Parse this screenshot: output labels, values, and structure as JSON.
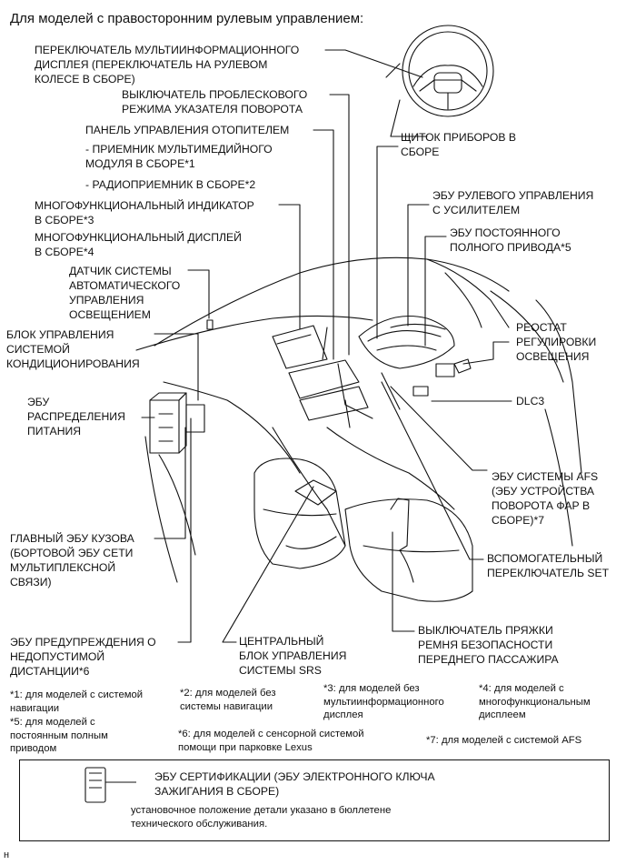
{
  "title": "Для моделей с правосторонним рулевым управлением:",
  "labels": {
    "switch_multi": "ПЕРЕКЛЮЧАТЕЛЬ МУЛЬТИИНФОРМАЦИОННОГО\nДИСПЛЕЯ (ПЕРЕКЛЮЧАТЕЛЬ НА РУЛЕВОМ\nКОЛЕСЕ В СБОРЕ)",
    "hazard_switch": "ВЫКЛЮЧАТЕЛЬ ПРОБЛЕСКОВОГО\nРЕЖИМА УКАЗАТЕЛЯ ПОВОРОТА",
    "heater_panel": "ПАНЕЛЬ УПРАВЛЕНИЯ ОТОПИТЕЛЕМ",
    "media_receiver": "- ПРИЕМНИК МУЛЬТИМЕДИЙНОГО\nМОДУЛЯ В СБОРЕ*1",
    "radio_receiver": "- РАДИОПРИЕМНИК В СБОРЕ*2",
    "multi_indicator": "МНОГОФУНКЦИОНАЛЬНЫЙ ИНДИКАТОР\nВ СБОРЕ*3",
    "multi_display": "МНОГОФУНКЦИОНАЛЬНЫЙ ДИСПЛЕЙ\nВ СБОРЕ*4",
    "light_sensor": "ДАТЧИК СИСТЕМЫ\nАВТОМАТИЧЕСКОГО\nУПРАВЛЕНИЯ\nОСВЕЩЕНИЕМ",
    "ac_control": "БЛОК УПРАВЛЕНИЯ\nСИСТЕМОЙ\nКОНДИЦИОНИРОВАНИЯ",
    "power_ecu": "ЭБУ\nРАСПРЕДЕЛЕНИЯ\nПИТАНИЯ",
    "body_ecu": "ГЛАВНЫЙ ЭБУ КУЗОВА\n(БОРТОВОЙ ЭБУ СЕТИ\nМУЛЬТИПЛЕКСНОЙ\nСВЯЗИ)",
    "clearance_ecu": "ЭБУ ПРЕДУПРЕЖДЕНИЯ О\nНЕДОПУСТИМОЙ\nДИСТАНЦИИ*6",
    "combination_meter": "ЩИТОК ПРИБОРОВ В\nСБОРЕ",
    "power_steering_ecu": "ЭБУ РУЛЕВОГО УПРАВЛЕНИЯ\nС УСИЛИТЕЛЕМ",
    "awd_ecu": "ЭБУ ПОСТОЯННОГО\nПОЛНОГО ПРИВОДА*5",
    "rheostat": "РЕОСТАТ\nРЕГУЛИРОВКИ\nОСВЕЩЕНИЯ",
    "dlc3": "DLC3",
    "afs_ecu": "ЭБУ СИСТЕМЫ AFS\n(ЭБУ УСТРОЙСТВА\nПОВОРОТА ФАР В\nСБОРЕ)*7",
    "set_switch": "ВСПОМОГАТЕЛЬНЫЙ\nПЕРЕКЛЮЧАТЕЛЬ SET",
    "srs_center": "ЦЕНТРАЛЬНЫЙ\nБЛОК УПРАВЛЕНИЯ\nСИСТЕМЫ SRS",
    "buckle_switch": "ВЫКЛЮЧАТЕЛЬ ПРЯЖКИ\nРЕМНЯ БЕЗОПАСНОСТИ\nПЕРЕДНЕГО ПАССАЖИРА"
  },
  "footnotes": {
    "n1": "*1: для моделей с системой\nнавигации",
    "n2": "*2: для моделей без\nсистемы навигации",
    "n3": "*3: для моделей без\nмультиинформационного\nдисплея",
    "n4": "*4: для моделей с\nмногофункциональным\nдисплеем",
    "n5": "*5: для моделей с\nпостоянным полным\nприводом",
    "n6": "*6: для моделей с сенсорной системой\nпомощи при парковке Lexus",
    "n7": "*7: для моделей с системой AFS"
  },
  "certification": {
    "label": "ЭБУ СЕРТИФИКАЦИИ (ЭБУ ЭЛЕКТРОННОГО КЛЮЧА\nЗАЖИГАНИЯ В СБОРЕ)",
    "note": "установочное положение детали указано в бюллетене\nтехнического обслуживания."
  },
  "corner_mark": "н"
}
